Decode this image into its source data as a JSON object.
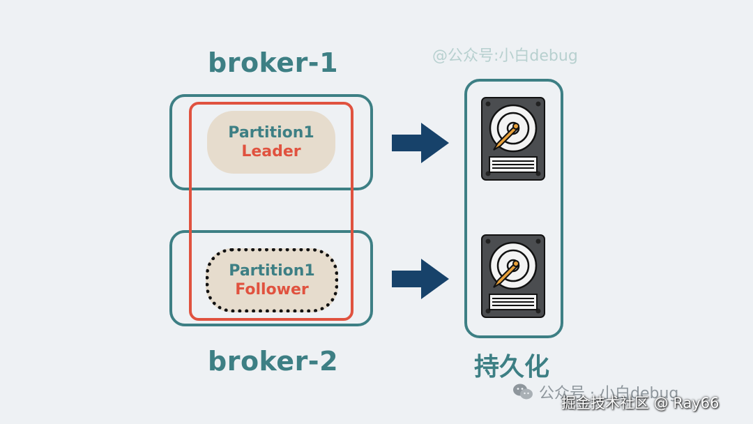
{
  "brokers": [
    {
      "title": "broker-1",
      "partition": {
        "name": "Partition1",
        "role": "Leader"
      }
    },
    {
      "title": "broker-2",
      "partition": {
        "name": "Partition1",
        "role": "Follower"
      }
    }
  ],
  "storage": {
    "title": "持久化"
  },
  "watermark_top": "@公众号:小白debug",
  "footer": {
    "wechat_label": "公众号 · 小白debug",
    "credit": "掘金技术社区 @ Ray66"
  },
  "colors": {
    "teal": "#3d7f84",
    "red": "#e0523f",
    "navy": "#17426a",
    "pill_fill": "#e6dccd",
    "background": "#eef1f4"
  },
  "icons": [
    "arrow-right-icon",
    "hard-drive-icon",
    "wechat-icon"
  ]
}
